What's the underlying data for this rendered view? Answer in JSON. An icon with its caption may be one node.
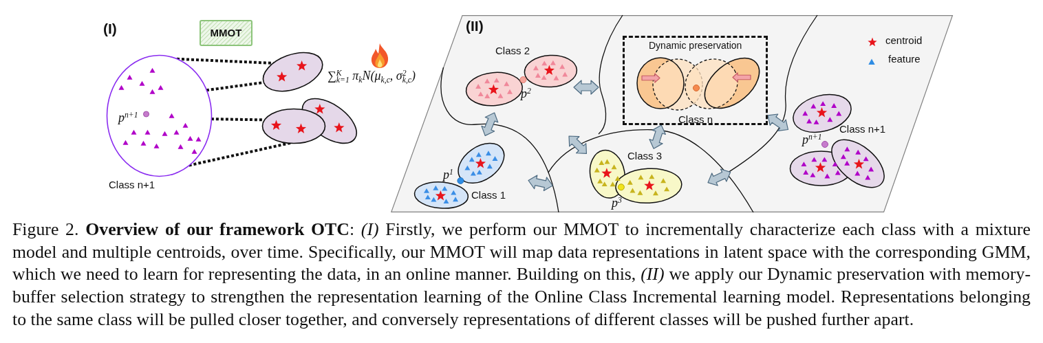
{
  "diagram": {
    "nodes": [
      {
        "text": [
          "MMOT"
        ]
      },
      {
        "text": [
          "p$^{n+1}$",
          "Class n+1"
        ]
      },
      {
        "text": [],
        "shape": "ellipse"
      },
      {
        "text": [],
        "shape": "ellipse"
      },
      {
        "text": [],
        "shape": "ellipse"
      },
      {
        "text": [
          "(II)"
        ]
      },
      {
        "text": [
          "Dynamic preservation",
          "Class n"
        ],
        "in": 5
      }
    ],
    "edges": [
      {
        "from": 1,
        "to": 2,
        "arrow": "none",
        "style": "dashed"
      },
      {
        "from": 1,
        "to": 2,
        "arrow": "none",
        "style": "dashed"
      },
      {
        "from": 1,
        "to": 3,
        "arrow": "none",
        "style": "dashed"
      },
      {
        "from": 1,
        "to": 3,
        "arrow": "none",
        "style": "dashed"
      }
    ],
    "labels": [
      "(I)",
      "∑$_{k=1}$$^{K}$ π$_{k}$N(μ$_{k,c}$, σ$^{2}$$_{k,c}$)",
      "Class 2",
      "p$^{2}$",
      "Class n+1",
      "p$^{n+1}$",
      "Class 3",
      "p$^{1}$",
      "Class 1",
      "p$^{3}$"
    ],
    "legend": [
      {
        "text": "centroid"
      },
      {
        "text": "feature"
      }
    ],
    "caption": "Figure 2. **Overview of our framework OTC**: *(I)* Firstly, we perform our MMOT to incrementally characterize each class with a mixture model and multiple centroids, over time. Specifically, our MMOT will map data representations in latent space with the corresponding GMM, which we need to learn for representing the data, in an online manner. Building on this, *(II)* we apply our Dynamic preservation with memory-buffer selection strategy to strengthen the representation learning of the Online Class Incremental learning model. Representations belonging to the same class will be pulled closer together, and conversely representations of different classes will be pushed further apart."
  }
}
